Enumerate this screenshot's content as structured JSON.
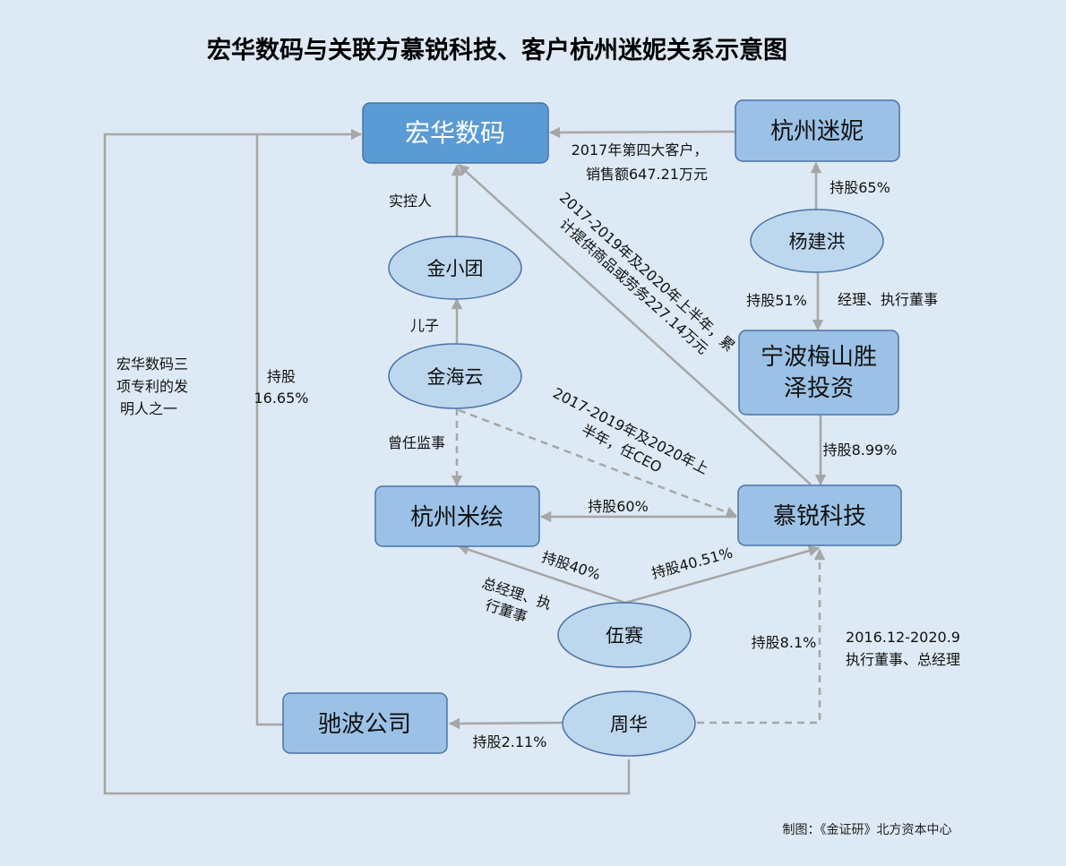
{
  "title": "宏华数码与关联方慕锐科技、客户杭州迷妮关系示意图",
  "credit": "制图：《金证研》北方资本中心",
  "nodes": {
    "honghua": "宏华数码",
    "hangzhou_mini": "杭州迷妮",
    "yang_jianhong": "杨建洪",
    "jin_xiaotuan": "金小团",
    "jin_haiyun": "金海云",
    "ningbo_1": "宁波梅山胜",
    "ningbo_2": "泽投资",
    "hangzhou_mihui": "杭州米绘",
    "murui": "慕锐科技",
    "wu_sai": "伍赛",
    "zhou_hua": "周华",
    "chibo": "驰波公司"
  },
  "labels": {
    "customer_1": "2017年第四大客户，",
    "customer_2": "销售额647.21万元",
    "shikong": "实控人",
    "erzi": "儿子",
    "zengren": "曾任监事",
    "ceo_1": "2017-2019年及2020年上",
    "ceo_2": "半年，任CEO",
    "supply_1": "2017-2019年及2020年上半年，累",
    "supply_2": "计提供商品或劳务227.14万元",
    "hold65": "持股65%",
    "hold51": "持股51%",
    "jingli": "经理、执行董事",
    "hold899": "持股8.99%",
    "hold60": "持股60%",
    "hold40": "持股40%",
    "zjl_1": "总经理、执",
    "zjl_2": "行董事",
    "hold4051": "持股40.51%",
    "hold81": "持股8.1%",
    "period_1": "2016.12-2020.9",
    "period_2": "执行董事、总经理",
    "hold211": "持股2.11%",
    "hold1665_1": "持股",
    "hold1665_2": "16.65%",
    "inventor_1": "宏华数码三",
    "inventor_2": "项专利的发",
    "inventor_3": "明人之一"
  },
  "colors": {
    "background": "#dde9f4",
    "box_fill": "#9bc2e6",
    "main_box_fill": "#5b9bd5",
    "ellipse_fill": "#bdd7ee",
    "border": "#4a72a8",
    "connector": "#a6a6a6"
  }
}
